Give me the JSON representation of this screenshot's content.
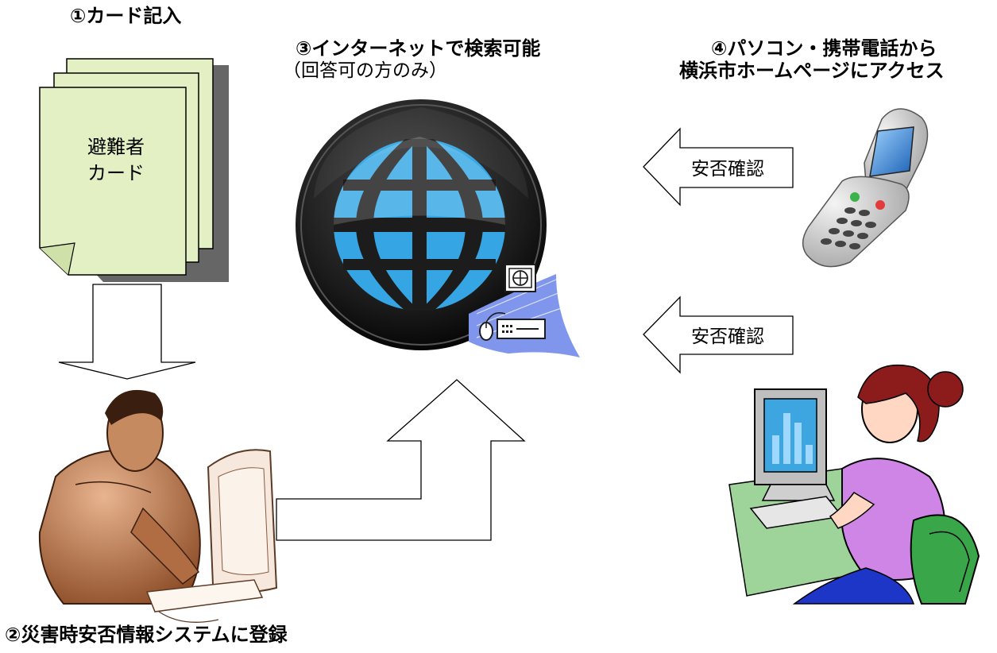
{
  "steps": {
    "step1": "①カード記入",
    "step2": "②災害時安否情報システムに登録",
    "step3_title": "③インターネットで検索可能",
    "step3_note": "（回答可の方のみ）",
    "step4_line1": "④パソコン・携帯電話から",
    "step4_line2": "横浜市ホームページにアクセス"
  },
  "card": {
    "line1": "避難者",
    "line2": "カード"
  },
  "arrows": {
    "phone_label": "安否確認",
    "pc_label": "安否確認"
  },
  "colors": {
    "card_fill": "#e2f0c4",
    "globe_blue": "#35a6e3",
    "globe_dark": "#1c1c1c",
    "wave_blue": "#8096ec"
  }
}
